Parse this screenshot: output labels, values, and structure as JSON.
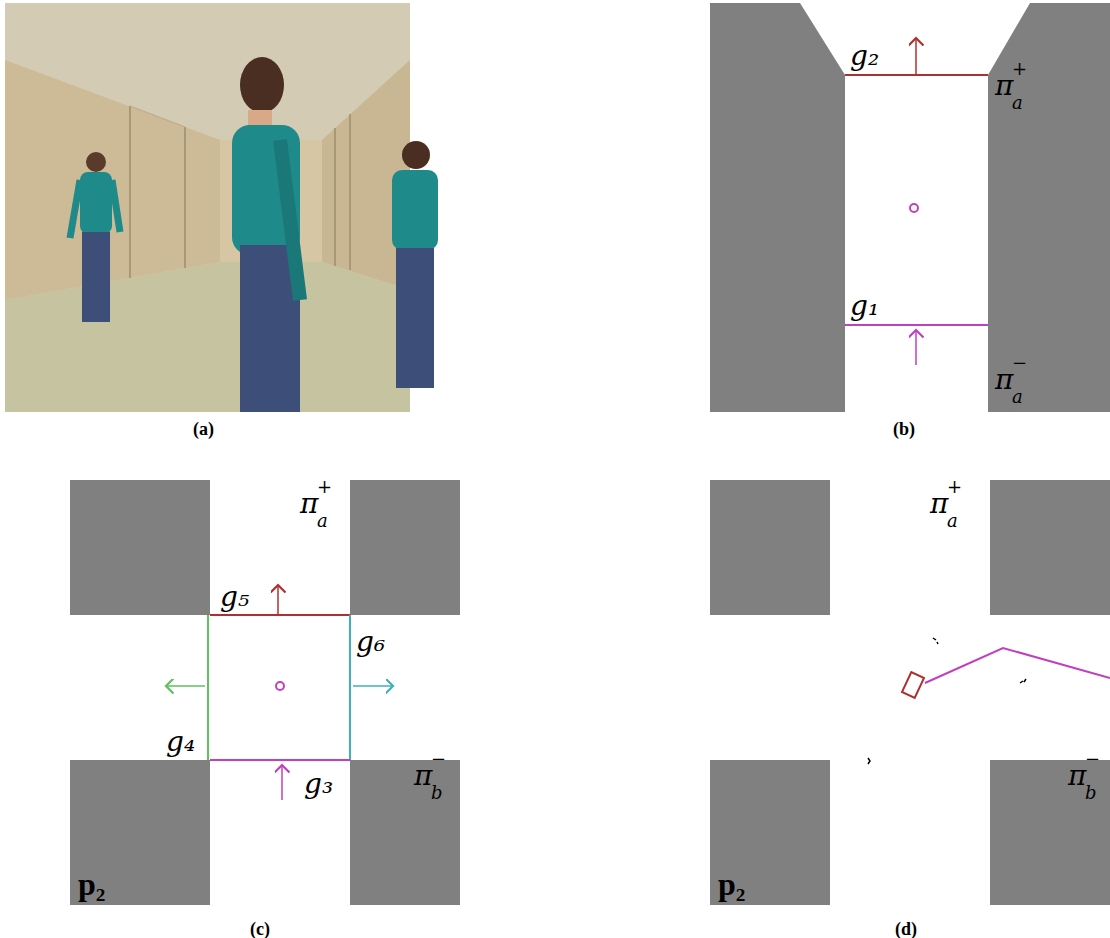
{
  "diagram": {
    "labels": [
      "(a)",
      "g₂",
      "π",
      "a",
      "+",
      "g₁",
      "π",
      "a",
      "−",
      "(b)",
      "π",
      "a",
      "+",
      "g₅",
      "g₆",
      "g₄",
      "π",
      "b",
      "−",
      "g₃",
      "p₂",
      "(c)",
      "π",
      "a",
      "+",
      "π",
      "b",
      "−",
      "p₂",
      "(d)"
    ]
  }
}
